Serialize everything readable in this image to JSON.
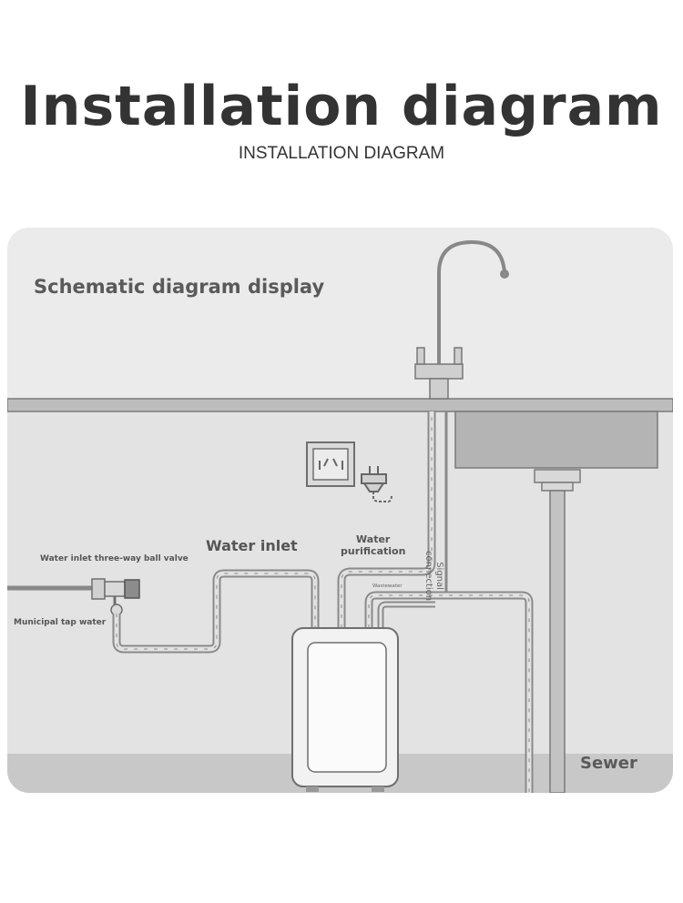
{
  "header": {
    "title": "Installation diagram",
    "subtitle": "INSTALLATION DIAGRAM"
  },
  "diagram": {
    "heading": "Schematic diagram display",
    "labels": {
      "water_inlet": "Water inlet",
      "water_purification_line1": "Water",
      "water_purification_line2": "purification",
      "inlet_valve": "Water inlet three-way ball valve",
      "municipal_tap": "Municipal tap water",
      "wastewater": "Wastewater",
      "signal_line1": "Signal",
      "signal_line2": "connection",
      "sewer": "Sewer"
    },
    "icons": [
      "faucet-icon",
      "wall-socket-icon",
      "power-plug-icon",
      "ball-valve-icon",
      "water-purifier-icon",
      "sink-icon",
      "drain-pipe-icon"
    ],
    "colors": {
      "background": "#e3e3e3",
      "floor": "#c9c9c9",
      "pipe": "#888888",
      "text": "#555555"
    }
  }
}
